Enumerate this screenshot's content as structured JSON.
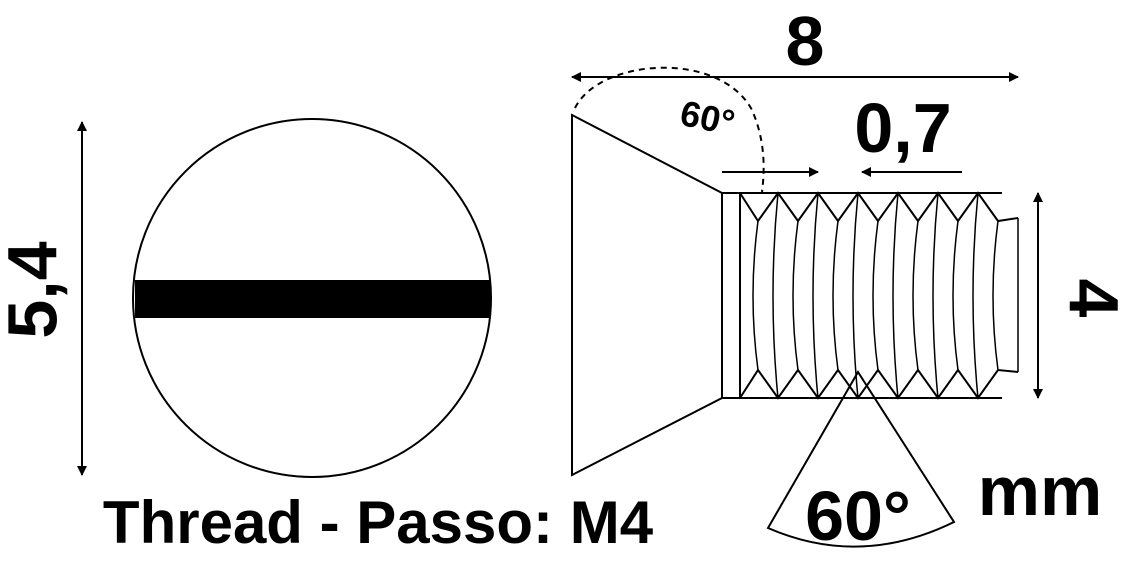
{
  "labels": {
    "head_diameter": "5,4",
    "total_length": "8",
    "pitch": "0,7",
    "head_angle": "60°",
    "thread_diameter": "4",
    "thread_angle": "60°",
    "unit": "mm",
    "caption": "Thread - Passo: M4"
  },
  "colors": {
    "ink": "#000000",
    "background": "#ffffff"
  }
}
